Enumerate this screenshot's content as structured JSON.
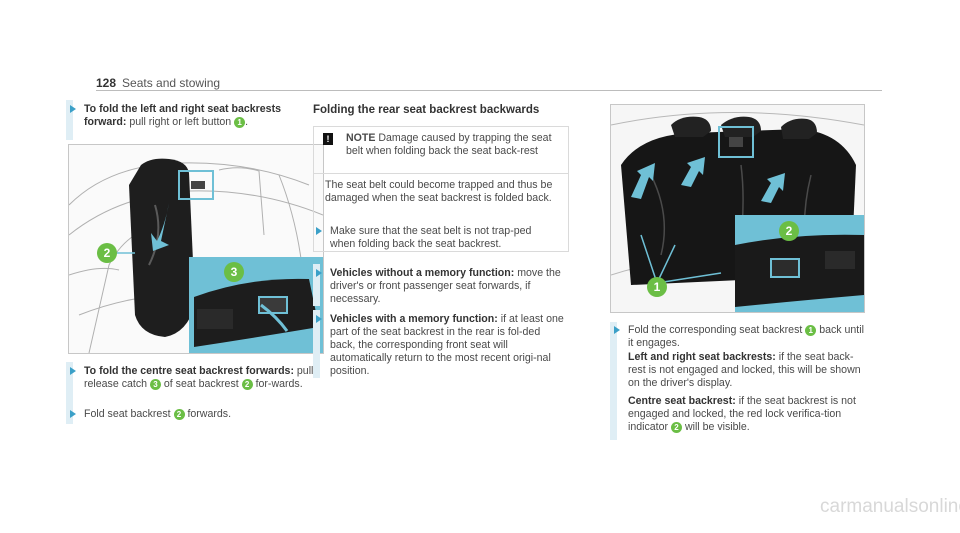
{
  "header": {
    "page_number": "128",
    "section": "Seats and stowing"
  },
  "left_column": {
    "step1": {
      "bold": "To fold the left and right seat backrests forward:",
      "text": " pull right or left button ",
      "num": "1",
      "end": "."
    },
    "step2": {
      "bold": "To fold the centre seat backrest forwards:",
      "text1": " pull release catch ",
      "num1": "3",
      "text2": " of seat backrest ",
      "num2": "2",
      "text3": " for-wards."
    },
    "step3": {
      "text1": "Fold seat backrest ",
      "num": "2",
      "text2": " forwards."
    },
    "figure_callouts": [
      "2",
      "3"
    ]
  },
  "middle_column": {
    "heading": "Folding the rear seat backrest backwards",
    "note": {
      "label": "NOTE",
      "title": " Damage caused by trapping the seat belt when folding back the seat back-rest",
      "body": "The seat belt could become trapped and thus be damaged when the seat backrest is folded back.",
      "bullet": "Make sure that the seat belt is not trap-ped when folding back the seat backrest."
    },
    "step1": {
      "bold": "Vehicles without a memory function:",
      "text": " move the driver's or front passenger seat forwards, if necessary."
    },
    "step2": {
      "bold": "Vehicles with a memory function:",
      "text": " if at least one part of the seat backrest in the rear is fol-ded back, the corresponding front seat will automatically return to the most recent origi-nal position."
    }
  },
  "right_column": {
    "step1": {
      "text1": "Fold the corresponding seat backrest ",
      "num": "1",
      "text2": " back until it engages."
    },
    "p1": {
      "bold": "Left and right seat backrests:",
      "text": " if the seat back-rest is not engaged and locked, this will be shown on the driver's display."
    },
    "p2": {
      "bold": "Centre seat backrest:",
      "text1": " if the seat backrest is not engaged and locked, the red lock verifica-tion indicator ",
      "num": "2",
      "text2": " will be visible."
    },
    "figure_callouts": [
      "2",
      "1"
    ]
  },
  "footer": {
    "watermark": "carmanualsonline.info"
  },
  "colors": {
    "accent_bar": "#dfeef5",
    "bullet": "#3ba0c8",
    "callout": "#6bbe45",
    "inset": "#6fc0d6"
  }
}
